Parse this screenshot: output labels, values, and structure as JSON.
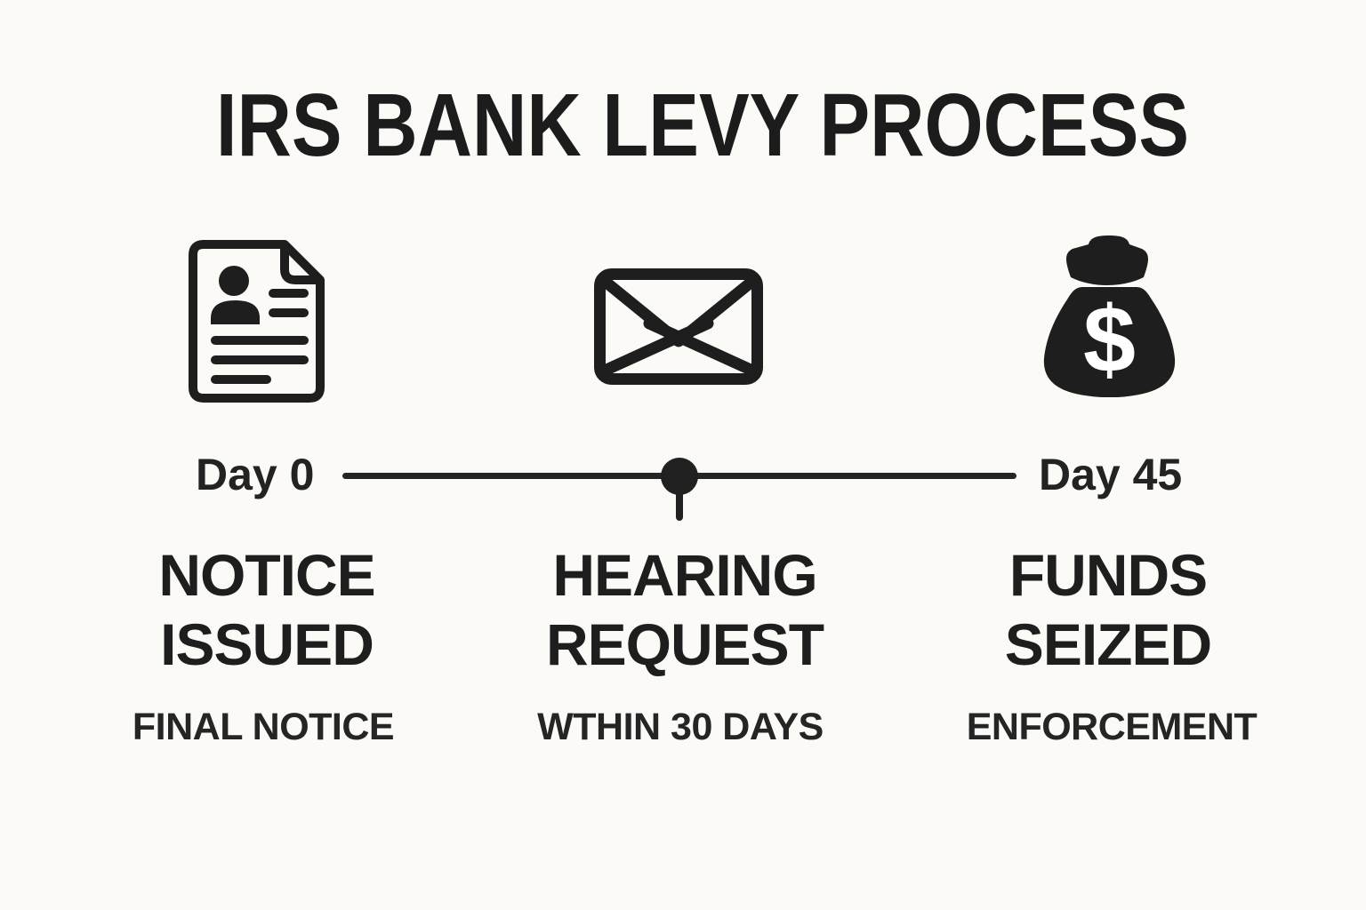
{
  "title": "IRS BANK LEVY PROCESS",
  "timeline": {
    "start_label": "Day 0",
    "end_label": "Day 45"
  },
  "steps": [
    {
      "icon": "notice-document-icon",
      "heading_line1": "NOTICE",
      "heading_line2": "ISSUED",
      "sublabel": "FINAL NOTICE"
    },
    {
      "icon": "envelope-icon",
      "heading_line1": "HEARING",
      "heading_line2": "REQUEST",
      "sublabel": "WTHIN 30 DAYS"
    },
    {
      "icon": "money-bag-icon",
      "heading_line1": "FUNDS",
      "heading_line2": "SEIZED",
      "sublabel": "ENFORCEMENT"
    }
  ],
  "money_bag": {
    "symbol": "$"
  },
  "colors": {
    "background": "#fbfaf7",
    "ink": "#1d1e1d"
  }
}
